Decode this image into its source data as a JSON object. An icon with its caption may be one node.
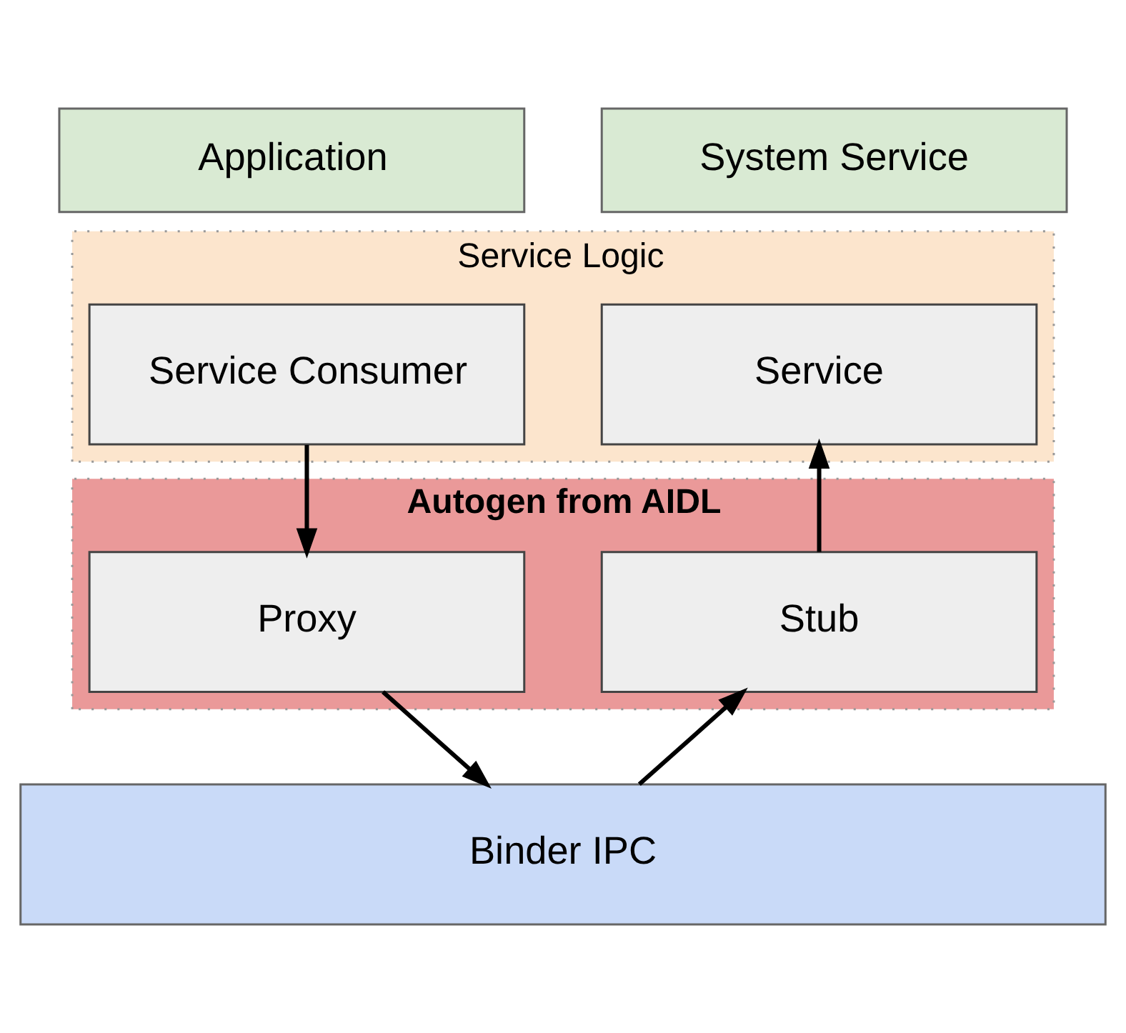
{
  "diagram": {
    "nodes": [
      {
        "text": [
          "Application"
        ]
      },
      {
        "text": [
          "System Service"
        ]
      },
      {
        "text": [
          "Service Logic"
        ]
      },
      {
        "text": [
          "Autogen from AIDL"
        ]
      },
      {
        "text": [
          "Service Consumer"
        ],
        "in": 2
      },
      {
        "text": [
          "Service"
        ],
        "in": 2
      },
      {
        "text": [
          "Proxy"
        ],
        "in": 3
      },
      {
        "text": [
          "Stub"
        ],
        "in": 3
      },
      {
        "text": [
          "Binder IPC"
        ]
      }
    ],
    "edges": [
      {
        "from": 4,
        "to": 6,
        "arrow": "to"
      },
      {
        "from": 7,
        "to": 5,
        "arrow": "to"
      },
      {
        "from": 6,
        "to": 8,
        "arrow": "to"
      },
      {
        "from": 8,
        "to": 7,
        "arrow": "to"
      }
    ]
  }
}
